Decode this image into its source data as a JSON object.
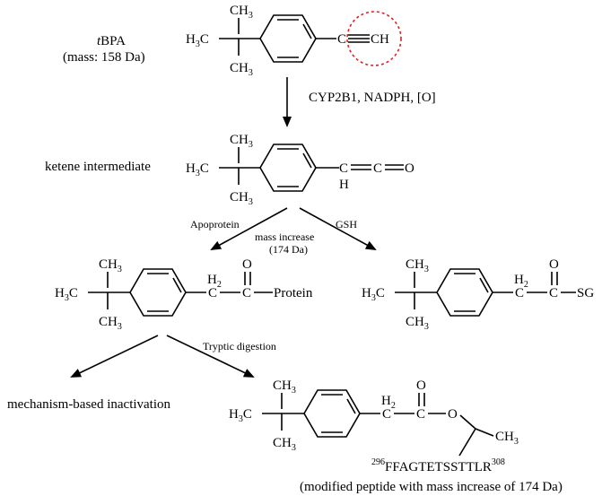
{
  "title_top": {
    "name_prefix": "t",
    "name_suffix": "BPA",
    "mass": "(mass: 158 Da)"
  },
  "reagents": "CYP2B1, NADPH, [O]",
  "ketene_label": "ketene intermediate",
  "apoprotein_label": "Apoprotein",
  "gsh_label": "GSH",
  "mass_increase_line1": "mass increase",
  "mass_increase_line2": "(174 Da)",
  "tryptic_label": "Tryptic digestion",
  "inactivation_label": "mechanism-based inactivation",
  "peptide_start": "296",
  "peptide_seq": "FFAGTETSSTTLR",
  "peptide_end": "308",
  "peptide_caption": "(modified peptide with mass increase of 174 Da)",
  "atoms": {
    "ch3": "CH",
    "three": "3",
    "h3c": "H",
    "c": "C",
    "h": "H",
    "o": "O",
    "ch": "CH",
    "two": "2",
    "protein": "Protein",
    "sg": "SG"
  },
  "colors": {
    "highlight_circle": "#e02020"
  }
}
